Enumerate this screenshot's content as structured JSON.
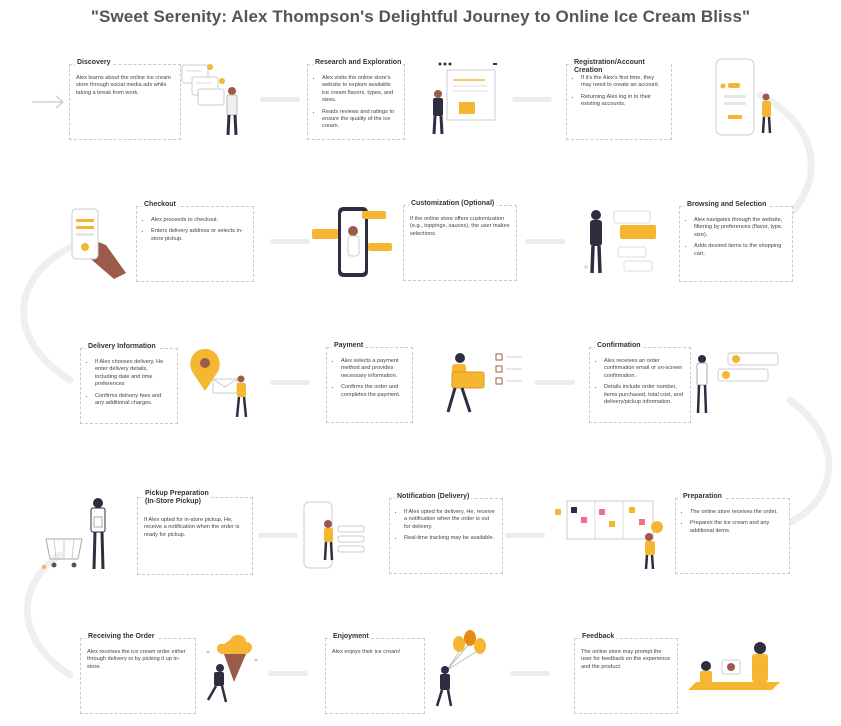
{
  "title": "\"Sweet Serenity: Alex Thompson's Delightful Journey to Online Ice Cream Bliss\"",
  "colors": {
    "accent": "#f5b731",
    "ink": "#2f2e41",
    "skin": "#9c5b4a",
    "path": "#efeff3"
  },
  "stages": [
    {
      "id": "discovery",
      "title": "Discovery",
      "bullets": false,
      "lines": [
        "Alex learns about the online ice cream store through social media ads while taking a break from work."
      ]
    },
    {
      "id": "research",
      "title": "Research and Exploration",
      "bullets": true,
      "lines": [
        "Alex visits the online store's website to explore available ice cream flavors, types, and sizes.",
        "Reads reviews and ratings to ensure the quality of the ice cream."
      ]
    },
    {
      "id": "registration",
      "title": "Registration/Account Creation",
      "bullets": true,
      "lines": [
        "If it's the Alex's first time, they may need to create an account.",
        "Returning Alex log in to their existing accounts."
      ]
    },
    {
      "id": "checkout",
      "title": "Checkout",
      "bullets": true,
      "lines": [
        "Alex proceeds to checkout.",
        "Enters delivery address or selects in-store pickup."
      ]
    },
    {
      "id": "customization",
      "title": "Customization (Optional)",
      "bullets": false,
      "lines": [
        "If the online store offers customization (e.g., toppings, sauces), the user makes selections."
      ]
    },
    {
      "id": "browsing",
      "title": "Browsing and Selection",
      "bullets": true,
      "lines": [
        "Alex navigates through the website, filtering by preferences (flavor, type, size).",
        "Adds desired items to the shopping cart."
      ]
    },
    {
      "id": "delivery",
      "title": "Delivery Information",
      "bullets": true,
      "lines": [
        "If Alex chooses delivery, He enter delivery details, including date and time preferences",
        "Confirms delivery fees and any additional charges."
      ]
    },
    {
      "id": "payment",
      "title": "Payment",
      "bullets": true,
      "lines": [
        "Alex selects a payment method and provides necessary information.",
        "Confirms the order and completes the payment."
      ]
    },
    {
      "id": "confirmation",
      "title": "Confirmation",
      "bullets": true,
      "lines": [
        "Alex receives an order confirmation email or on-screen confirmation.",
        "Details include order number, items purchased, total cost, and delivery/pickup information."
      ]
    },
    {
      "id": "pickup",
      "title": "Pickup Preparation\n(In-Store Pickup)",
      "bullets": false,
      "lines": [
        "If Alex opted for in-store pickup, He, receive a notification when the order is ready for pickup."
      ]
    },
    {
      "id": "notification",
      "title": "Notification (Delivery)",
      "bullets": true,
      "lines": [
        "If Alex opted for delivery, He, receive a notification when the order is out for delivery.",
        "Real-time tracking may be available."
      ]
    },
    {
      "id": "preparation",
      "title": "Preparation",
      "bullets": true,
      "lines": [
        "The online store receives the order.",
        "Prepares the ice cream and any additional items."
      ]
    },
    {
      "id": "receiving",
      "title": "Receiving the Order",
      "bullets": false,
      "lines": [
        "Alex receives the ice cream order either through delivery or by picking it up in-store."
      ]
    },
    {
      "id": "enjoyment",
      "title": "Enjoyment",
      "bullets": false,
      "lines": [
        "Alex enjoys their ice cream!"
      ]
    },
    {
      "id": "feedback",
      "title": "Feedback",
      "bullets": false,
      "lines": [
        "The online store may prompt the user for feedback on the experience and the product."
      ]
    }
  ]
}
